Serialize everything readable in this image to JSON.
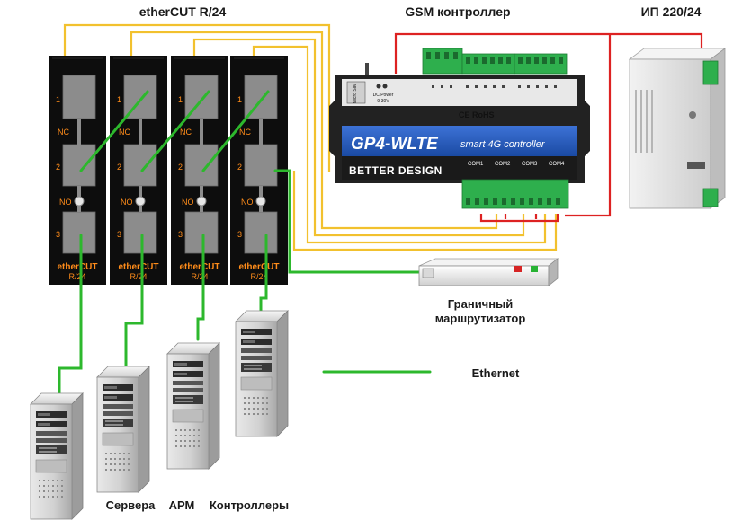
{
  "labels": {
    "ethercut_title": "etherCUT R/24",
    "gsm_title": "GSM контроллер",
    "psu_title": "ИП 220/24",
    "router_line1": "Граничный",
    "router_line2": "маршрутизатор",
    "legend_ethernet": "Ethernet",
    "cap_servers": "Сервера",
    "cap_arm": "АРМ",
    "cap_controllers": "Контроллеры"
  },
  "module": {
    "pos1": "1",
    "pos2": "2",
    "pos3": "3",
    "nc": "NC",
    "no": "NO",
    "brand": "etherCUT",
    "model": "R/24"
  },
  "gsm": {
    "model": "GP4-WLTE",
    "tagline": "smart 4G controller",
    "brand": "BETTER DESIGN",
    "marks": "CE RoHS",
    "dc_power": "DC Power",
    "voltage": "9-30V",
    "sim": "Micro SIM",
    "com1": "COM1",
    "com2": "COM2",
    "com3": "COM3",
    "com4": "COM4"
  },
  "colors": {
    "ethernet": "#2db82d",
    "power": "#dd2222",
    "control": "#f2c12e",
    "module_body": "#0d0d0d",
    "module_block": "#8c8c8c",
    "gsm_body": "#222222",
    "gsm_stripe": "#1f55b5",
    "terminal": "#2eaf4d"
  }
}
